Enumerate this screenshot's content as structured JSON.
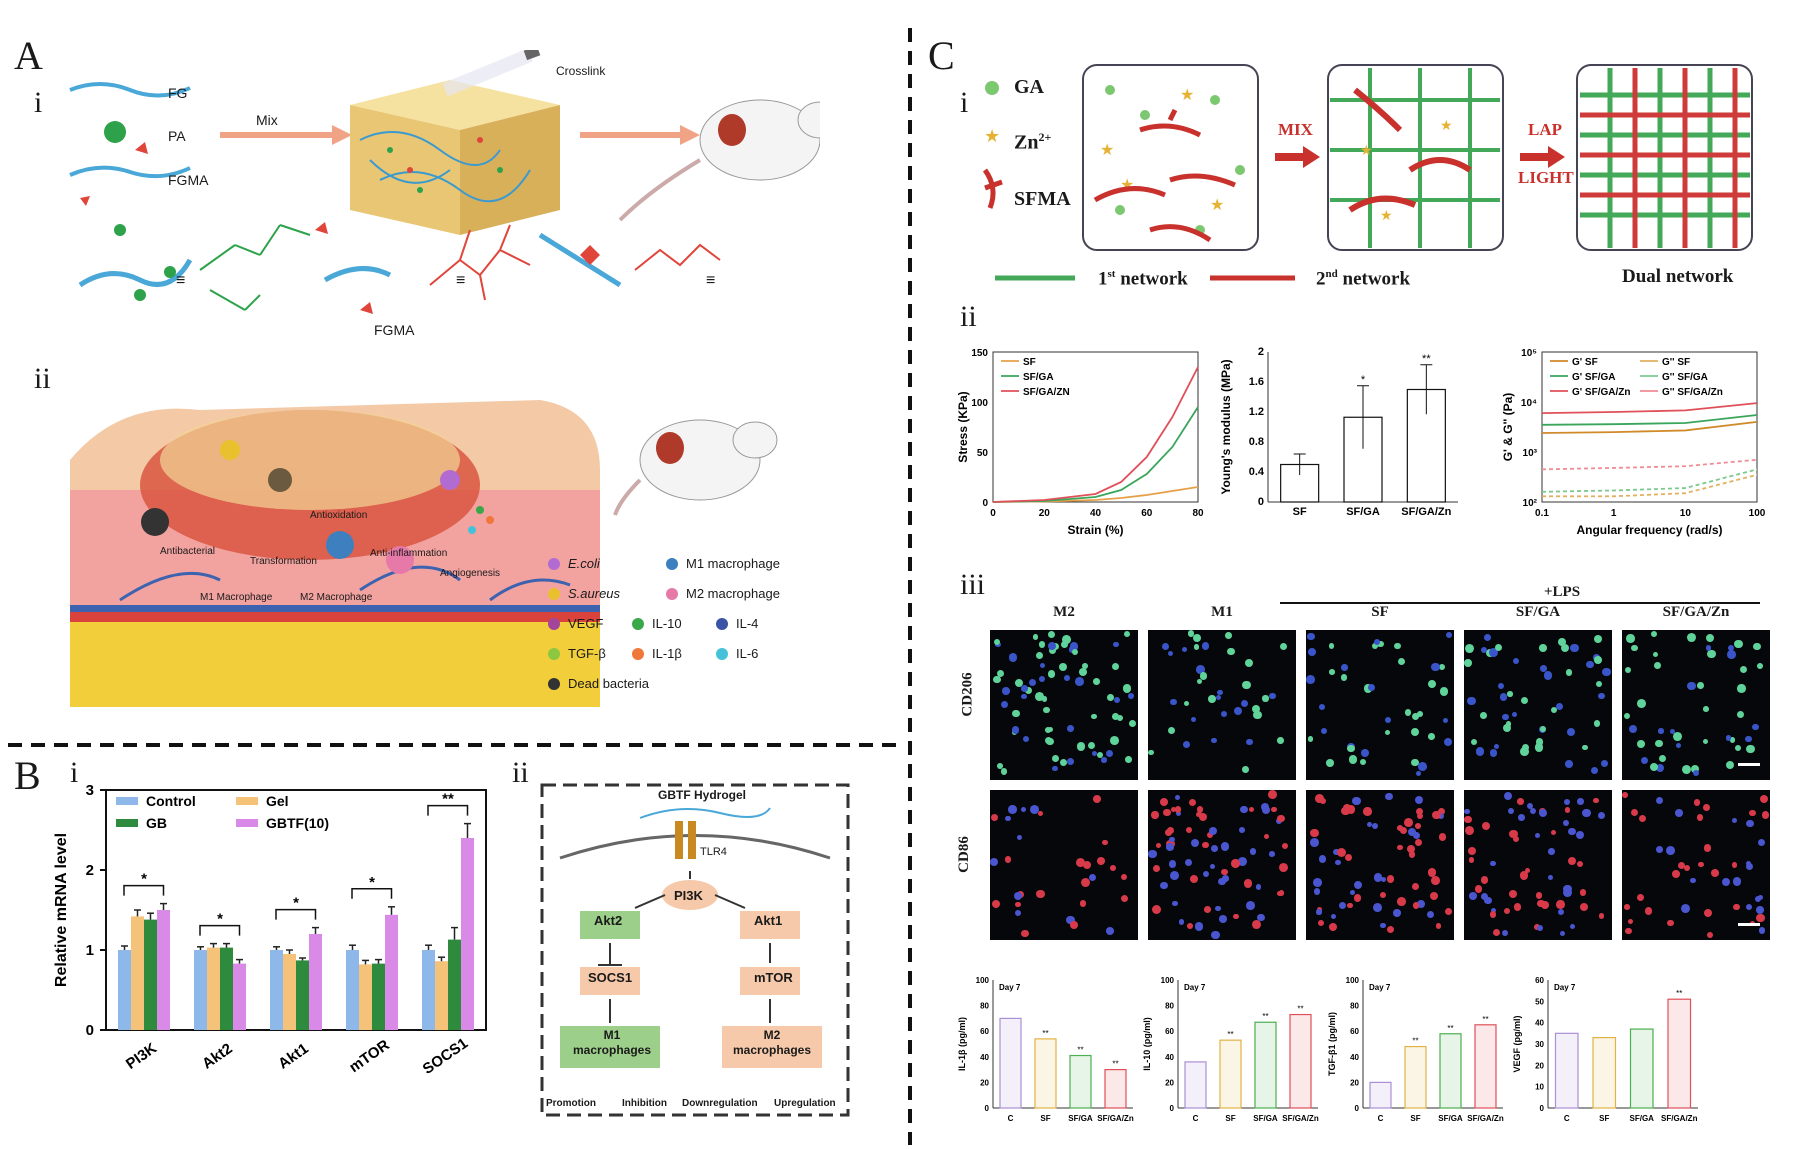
{
  "panelA": {
    "label": "A",
    "i": "i",
    "ii": "ii",
    "legend_fg": "FG",
    "legend_pa": "PA",
    "legend_fgma": "FGMA",
    "mix": "Mix",
    "crosslink": "Crosslink",
    "fgma_label": "FGMA",
    "equiv": "≡",
    "schematic_labels": {
      "antibacterial": "Antibacterial",
      "transformation": "Transformation",
      "antioxidation": "Antioxidation",
      "anti_inflammation": "Anti-inflammation",
      "angiogenesis": "Angiogenesis",
      "m1": "M1 Macrophage",
      "m2": "M2 Macrophage"
    },
    "key": [
      {
        "label": "E.coli",
        "color": "#b26bd0"
      },
      {
        "label": "M1 macrophage",
        "color": "#3d7fbf"
      },
      {
        "label": "S.aureus",
        "color": "#e9c12e"
      },
      {
        "label": "M2 macrophage",
        "color": "#e779a8"
      },
      {
        "label": "VEGF",
        "color": "#a3459b"
      },
      {
        "label": "IL-10",
        "color": "#39a84b"
      },
      {
        "label": "IL-4",
        "color": "#3954a5"
      },
      {
        "label": "TGF-β",
        "color": "#8dc63f"
      },
      {
        "label": "IL-1β",
        "color": "#f0773a"
      },
      {
        "label": "IL-6",
        "color": "#45c2d9"
      },
      {
        "label": "Dead bacteria",
        "color": "#333333"
      }
    ]
  },
  "panelB": {
    "label": "B",
    "i": "i",
    "ii": "ii",
    "pathway": {
      "hydrogel": "GBTF Hydrogel",
      "tlr4": "TLR4",
      "pi3k": "PI3K",
      "akt2": "Akt2",
      "akt1": "Akt1",
      "socs1": "SOCS1",
      "mtor": "mTOR",
      "m1": "M1\nmacrophages",
      "m1_a": "M1",
      "m1_b": "macrophages",
      "m2_a": "M2",
      "m2_b": "macrophages",
      "promotion": "Promotion",
      "inhibition": "Inhibition",
      "downregulation": "Downregulation",
      "upregulation": "Upregulation"
    }
  },
  "panelC": {
    "label": "C",
    "i": "i",
    "ii": "ii",
    "iii": "iii",
    "ga": "GA",
    "zn": "Zn",
    "zn_sup": "2+",
    "sfma": "SFMA",
    "mix": "MIX",
    "lap": "LAP",
    "light": "LIGHT",
    "net1": "1",
    "net1_sup": "st",
    "net1_rest": " network",
    "net2": "2",
    "net2_sup": "nd",
    "net2_rest": " network",
    "dual": "Dual network",
    "lps": "+LPS",
    "micro_cols": [
      "M2",
      "M1",
      "SF",
      "SF/GA",
      "SF/GA/Zn"
    ],
    "micro_rows": [
      "CD206",
      "CD86"
    ]
  },
  "chart_data": [
    {
      "id": "B-i",
      "type": "bar",
      "ylabel": "Relative mRNA level",
      "ylim": [
        0,
        3
      ],
      "yticks": [
        0,
        1,
        2,
        3
      ],
      "categories": [
        "PI3K",
        "Akt2",
        "Akt1",
        "mTOR",
        "SOCS1"
      ],
      "series": [
        {
          "name": "Control",
          "color": "#8fb8ea",
          "values": [
            1.0,
            1.0,
            1.0,
            1.0,
            1.0
          ],
          "err": [
            0.05,
            0.04,
            0.04,
            0.06,
            0.06
          ]
        },
        {
          "name": "Gel",
          "color": "#f5c27a",
          "values": [
            1.42,
            1.03,
            0.95,
            0.82,
            0.86
          ],
          "err": [
            0.08,
            0.05,
            0.05,
            0.05,
            0.05
          ]
        },
        {
          "name": "GB",
          "color": "#2e8b3e",
          "values": [
            1.38,
            1.03,
            0.87,
            0.83,
            1.13
          ],
          "err": [
            0.08,
            0.05,
            0.03,
            0.05,
            0.15
          ]
        },
        {
          "name": "GBTF(10)",
          "color": "#d98ae6",
          "values": [
            1.5,
            0.83,
            1.2,
            1.44,
            2.4
          ],
          "err": [
            0.08,
            0.05,
            0.08,
            0.1,
            0.18
          ]
        }
      ],
      "legend": "top-left",
      "significance": [
        {
          "category": "PI3K",
          "mark": "*"
        },
        {
          "category": "Akt2",
          "mark": "*"
        },
        {
          "category": "Akt1",
          "mark": "*"
        },
        {
          "category": "mTOR",
          "mark": "*"
        },
        {
          "category": "SOCS1",
          "mark": "**"
        }
      ]
    },
    {
      "id": "C-ii-stress",
      "type": "line",
      "xlabel": "Strain (%)",
      "ylabel": "Stress (KPa)",
      "xlim": [
        0,
        80
      ],
      "ylim": [
        0,
        150
      ],
      "xticks": [
        0,
        20,
        40,
        60,
        80
      ],
      "yticks": [
        0,
        50,
        100,
        150
      ],
      "series": [
        {
          "name": "SF",
          "color": "#e7a04a",
          "x": [
            0,
            20,
            40,
            50,
            60,
            70,
            80
          ],
          "y": [
            0,
            0.5,
            2,
            4,
            7,
            11,
            15
          ]
        },
        {
          "name": "SF/GA",
          "color": "#3aa55b",
          "x": [
            0,
            20,
            40,
            50,
            60,
            70,
            80
          ],
          "y": [
            0,
            1,
            5,
            12,
            28,
            55,
            95
          ]
        },
        {
          "name": "SF/GA/ZN",
          "color": "#e0505a",
          "x": [
            0,
            20,
            40,
            50,
            60,
            70,
            80
          ],
          "y": [
            0,
            2,
            8,
            20,
            45,
            85,
            135
          ]
        }
      ],
      "legend": "top-left"
    },
    {
      "id": "C-ii-modulus",
      "type": "bar",
      "ylabel": "Young's modulus (MPa)",
      "ylim": [
        0,
        2.0
      ],
      "yticks": [
        0.0,
        0.4,
        0.8,
        1.2,
        1.6,
        2.0
      ],
      "categories": [
        "SF",
        "SF/GA",
        "SF/GA/Zn"
      ],
      "values": [
        0.5,
        1.13,
        1.5
      ],
      "err": [
        0.14,
        0.42,
        0.33
      ],
      "significance": [
        "",
        "*",
        "**"
      ]
    },
    {
      "id": "C-ii-rheology",
      "type": "line",
      "xlabel": "Angular frequency  (rad/s)",
      "ylabel": "G' & G'' (Pa)",
      "xscale": "log",
      "yscale": "log",
      "xlim": [
        0.1,
        100
      ],
      "ylim": [
        100,
        100000
      ],
      "xticks": [
        "0.1",
        "1",
        "10",
        "100"
      ],
      "yticks": [
        "10²",
        "10³",
        "10⁴",
        "10⁵"
      ],
      "series": [
        {
          "name": "G' SF",
          "color": "#d08a2a",
          "x": [
            0.1,
            1,
            10,
            100
          ],
          "y": [
            2400,
            2500,
            2700,
            4000
          ]
        },
        {
          "name": "G'' SF",
          "color": "#e2b060",
          "x": [
            0.1,
            1,
            10,
            100
          ],
          "y": [
            130,
            130,
            150,
            350
          ]
        },
        {
          "name": "G' SF/GA",
          "color": "#3aa55b",
          "x": [
            0.1,
            1,
            10,
            100
          ],
          "y": [
            3500,
            3600,
            3800,
            5500
          ]
        },
        {
          "name": "G'' SF/GA",
          "color": "#7cc98f",
          "x": [
            0.1,
            1,
            10,
            100
          ],
          "y": [
            160,
            170,
            190,
            450
          ]
        },
        {
          "name": "G' SF/GA/Zn",
          "color": "#e0505a",
          "x": [
            0.1,
            1,
            10,
            100
          ],
          "y": [
            6000,
            6300,
            6800,
            9500
          ]
        },
        {
          "name": "G'' SF/GA/Zn",
          "color": "#f08c95",
          "x": [
            0.1,
            1,
            10,
            100
          ],
          "y": [
            450,
            480,
            520,
            700
          ]
        }
      ],
      "legend": "top-left"
    },
    {
      "id": "C-iii-IL1b",
      "type": "bar",
      "title": "Day 7",
      "ylabel": "IL-1β (pg/ml)",
      "ylim": [
        0,
        100
      ],
      "yticks": [
        0,
        20,
        40,
        60,
        80,
        100
      ],
      "categories": [
        "C",
        "SF",
        "SF/GA",
        "SF/GA/Zn"
      ],
      "values": [
        70,
        54,
        41,
        30
      ],
      "colors": [
        "#a98fd6",
        "#e2b245",
        "#4caf50",
        "#e0505a"
      ],
      "significance": [
        "",
        "**",
        "**",
        "**"
      ]
    },
    {
      "id": "C-iii-IL10",
      "type": "bar",
      "title": "Day 7",
      "ylabel": "IL-10 (pg/ml)",
      "ylim": [
        0,
        100
      ],
      "yticks": [
        0,
        20,
        40,
        60,
        80,
        100
      ],
      "categories": [
        "C",
        "SF",
        "SF/GA",
        "SF/GA/Zn"
      ],
      "values": [
        36,
        53,
        67,
        73
      ],
      "colors": [
        "#a98fd6",
        "#e2b245",
        "#4caf50",
        "#e0505a"
      ],
      "significance": [
        "",
        "**",
        "**",
        "**"
      ]
    },
    {
      "id": "C-iii-TGFb1",
      "type": "bar",
      "title": "Day 7",
      "ylabel": "TGF-β1 (pg/ml)",
      "ylim": [
        0,
        100
      ],
      "yticks": [
        0,
        20,
        40,
        60,
        80,
        100
      ],
      "categories": [
        "C",
        "SF",
        "SF/GA",
        "SF/GA/Zn"
      ],
      "values": [
        20,
        48,
        58,
        65
      ],
      "colors": [
        "#a98fd6",
        "#e2b245",
        "#4caf50",
        "#e0505a"
      ],
      "significance": [
        "",
        "**",
        "**",
        "**"
      ]
    },
    {
      "id": "C-iii-VEGF",
      "type": "bar",
      "title": "Day 7",
      "ylabel": "VEGF (pg/ml)",
      "ylim": [
        0,
        60
      ],
      "yticks": [
        0,
        10,
        20,
        30,
        40,
        50,
        60
      ],
      "categories": [
        "C",
        "SF",
        "SF/GA",
        "SF/GA/Zn"
      ],
      "values": [
        35,
        33,
        37,
        51
      ],
      "colors": [
        "#a98fd6",
        "#e2b245",
        "#4caf50",
        "#e0505a"
      ],
      "significance": [
        "",
        "",
        "",
        "**"
      ]
    }
  ]
}
